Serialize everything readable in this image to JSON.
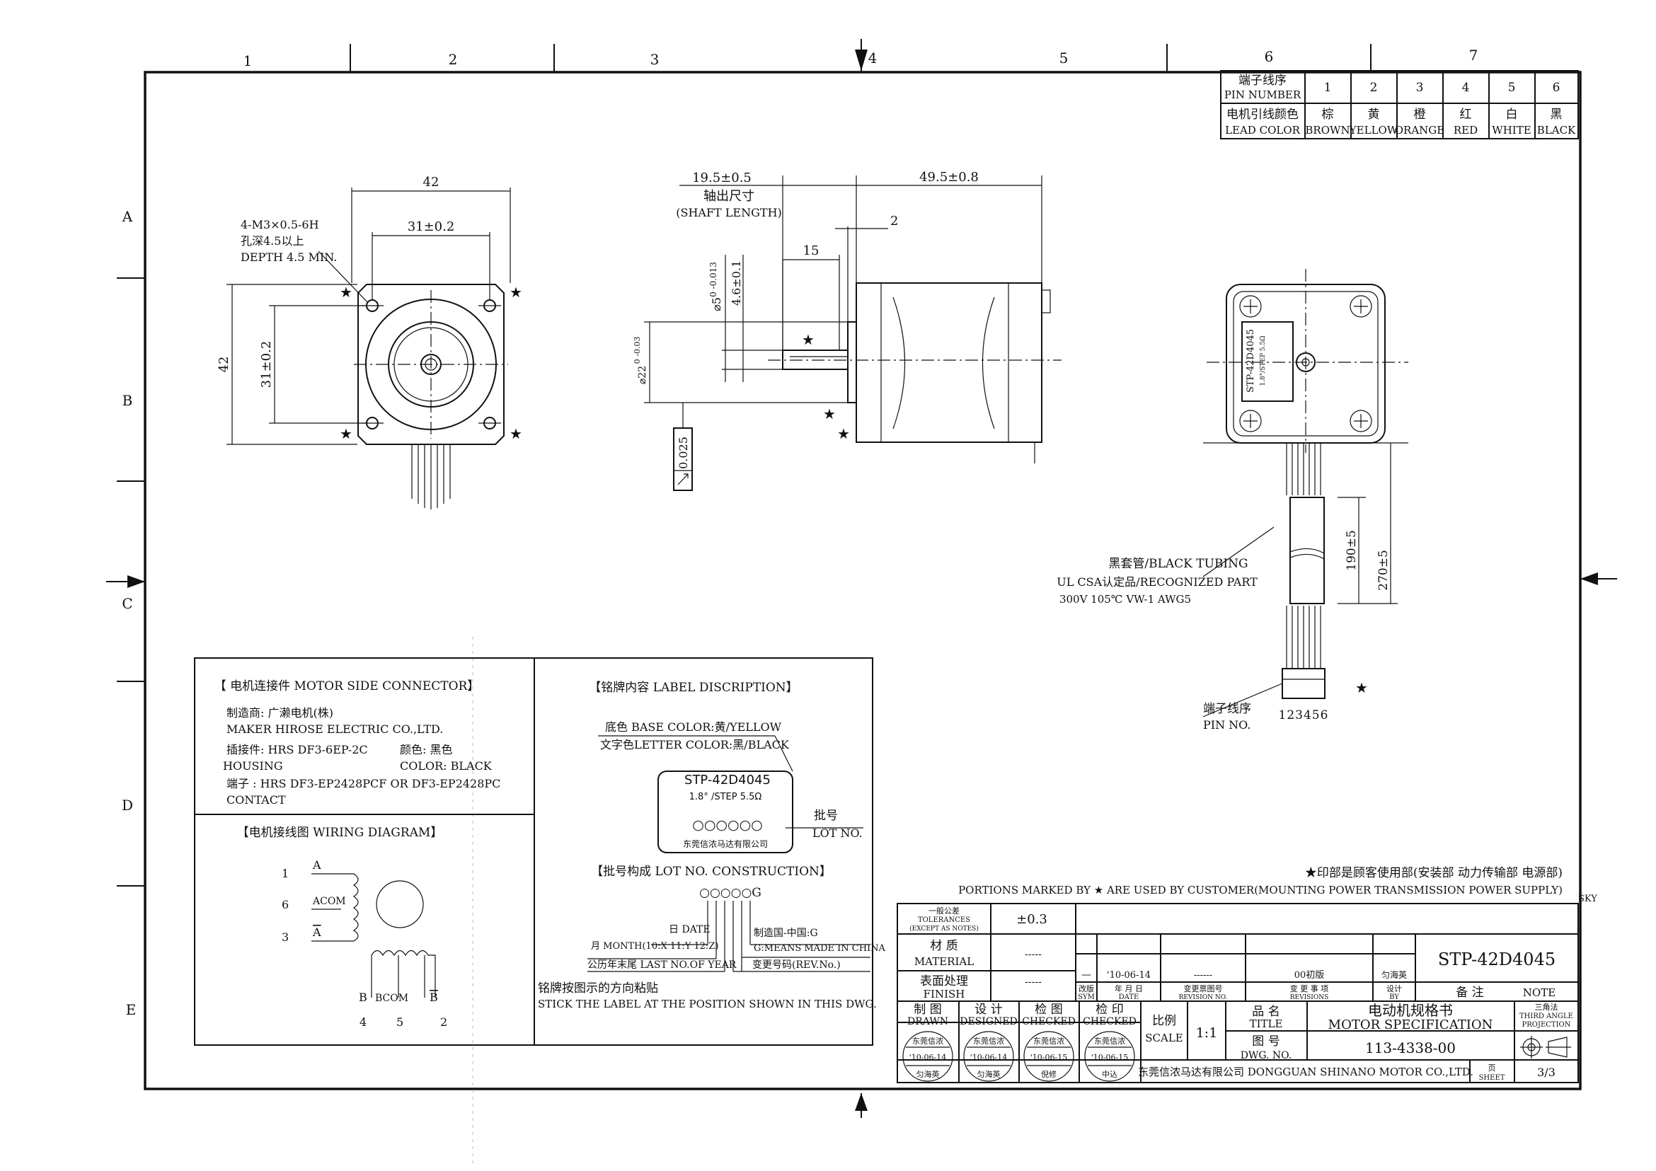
{
  "zones": {
    "columns": [
      "1",
      "2",
      "3",
      "4",
      "5",
      "6",
      "7"
    ],
    "rows": [
      "A",
      "B",
      "C",
      "D",
      "E"
    ]
  },
  "pin_table": {
    "pin_label_cn": "端子线序",
    "pin_label_en": "PIN NUMBER",
    "color_label_cn": "电机引线颜色",
    "color_label_en": "LEAD COLOR",
    "pins": [
      {
        "num": "1",
        "cn": "棕",
        "en": "BROWN"
      },
      {
        "num": "2",
        "cn": "黄",
        "en": "YELLOW"
      },
      {
        "num": "3",
        "cn": "橙",
        "en": "ORANGE"
      },
      {
        "num": "4",
        "cn": "红",
        "en": "RED"
      },
      {
        "num": "5",
        "cn": "白",
        "en": "WHITE"
      },
      {
        "num": "6",
        "cn": "黑",
        "en": "BLACK"
      }
    ]
  },
  "front_view": {
    "dim_width": "42",
    "dim_pitch_h": "31±0.2",
    "dim_height": "42",
    "dim_pitch_v": "31±0.2",
    "hole_note_1": "4-M3×0.5-6H",
    "hole_note_2": "孔深4.5以上",
    "hole_note_3": "DEPTH 4.5 MIN.",
    "star": "★"
  },
  "side_view": {
    "dim_shaft_len": "19.5±0.5",
    "shaft_len_cn": "轴出尺寸",
    "shaft_len_en": "(SHAFT LENGTH)",
    "dim_body": "49.5±0.8",
    "dim_2": "2",
    "dim_15": "15",
    "dim_shaft_dia": "⌀5",
    "dim_shaft_tol": "0 -0.013",
    "dim_flat": "4.6±0.1",
    "dim_boss": "⌀22",
    "dim_boss_tol": "0 -0.03",
    "runout": "0.025"
  },
  "rear_view": {
    "label_line1": "STP-42D4045",
    "label_line2": "1.8°/STEP 5.5Ω",
    "tubing_cn": "黑套管/BLACK TUBING",
    "tubing_part": "UL CSA认定品/RECOGNIZED PART",
    "tubing_spec": "300V   105℃   VW-1   AWG5",
    "dim_190": "190±5",
    "dim_270": "270±5",
    "pin_no_cn": "端子线序",
    "pin_no_en": "PIN NO.",
    "pin_numbers": "123456"
  },
  "connector": {
    "title": "【 电机连接件 MOTOR SIDE CONNECTOR】",
    "maker_cn": "制造商: 广濑电机(株)",
    "maker_en": "MAKER    HIROSE ELECTRIC CO.,LTD.",
    "housing_cn": "插接件: HRS DF3-6EP-2C",
    "housing_color_cn": "颜色: 黑色",
    "housing_en": "HOUSING",
    "housing_color_en": "COLOR: BLACK",
    "contact_cn": "端子  : HRS DF3-EP2428PCF OR DF3-EP2428PC",
    "contact_en": "CONTACT"
  },
  "wiring": {
    "title": "【电机接线图 WIRING DIAGRAM】",
    "p1": "1",
    "p6": "6",
    "p3": "3",
    "a": "A",
    "acom": "ACOM",
    "abar": "A",
    "b": "B",
    "bcom": "BCOM",
    "bbar": "B",
    "p4": "4",
    "p5": "5",
    "p2": "2"
  },
  "label_desc": {
    "title": "【铭牌内容 LABEL DISCRIPTION】",
    "base_color": "底色 BASE COLOR:黄/YELLOW",
    "letter_color": "文字色LETTER COLOR:黑/BLACK",
    "plate_model": "STP-42D4045",
    "plate_spec": "1.8° /STEP 5.5Ω",
    "plate_lot": "○○○○○○",
    "plate_company": "东莞信浓马达有限公司",
    "lot_cn": "批号",
    "lot_en": "LOT NO.",
    "lot_title": "【批号构成 LOT NO. CONSTRUCTION】",
    "lot_code": "○○○○○G",
    "lot_date": "日 DATE",
    "lot_month": "月 MONTH(10:X 11:Y 12:Z)",
    "lot_year": "公历年末尾 LAST NO.OF YEAR",
    "lot_country_cn": "制造国-中国:G",
    "lot_country_en": "G:MEANS MADE IN CHINA",
    "lot_rev": "变更号码(REV.No.)",
    "stick_cn": "铭牌按图示的方向粘贴",
    "stick_en": "STICK THE LABEL AT THE POSITION SHOWN IN THIS DWG."
  },
  "notes": {
    "star_cn": "★印部是顾客使用部(安装部 动力传输部 电源部)",
    "star_en": "PORTIONS MARKED BY ★ ARE USED BY CUSTOMER(MOUNTING POWER TRANSMISSION POWER SUPPLY)",
    "sky": "SKY"
  },
  "title_block": {
    "tol_cn": "一般公差",
    "tol_en": "TOLERANCES",
    "tol_note": "(EXCEPT AS NOTES)",
    "tol_value": "±0.3",
    "material_cn": "材  质",
    "material_en": "MATERIAL",
    "material_value": "-----",
    "finish_cn": "表面处理",
    "finish_en": "FINISH",
    "finish_value": "-----",
    "rev_dash": "—",
    "rev_date": "'10-06-14",
    "rev_no": "------",
    "rev_desc": "00初版",
    "rev_by": "匀海英",
    "h_sym_cn": "改版",
    "h_sym_en": "SYM",
    "h_date_cn": "年 月 日",
    "h_date_en": "DATE",
    "h_revno_cn": "变更票图号",
    "h_revno_en": "REVISION NO.",
    "h_rev_cn": "变 更 事 项",
    "h_rev_en": "REVISIONS",
    "h_by_cn": "设计",
    "h_by_en": "BY",
    "note_cn": "备  注",
    "note_en": "NOTE",
    "model": "STP-42D4045",
    "drawn_cn": "制 图",
    "drawn_en": "DRAWN",
    "designed_cn": "设 计",
    "designed_en": "DESIGNED",
    "checked_cn": "检 图",
    "checked_en": "CHECKED",
    "checked2_cn": "检 印",
    "checked2_en": "CHECKED",
    "stamp_company": "东莞信浓",
    "stamp1_date": "'10-06-14",
    "stamp1_name": "匀海英",
    "stamp2_date": "'10-06-14",
    "stamp2_name": "匀海英",
    "stamp3_date": "'10-06-15",
    "stamp3_name": "倪修",
    "stamp4_date": "'10-06-15",
    "stamp4_name": "中込",
    "scale_cn": "比例",
    "scale_en": "SCALE",
    "scale_value": "1:1",
    "title_cn": "品 名",
    "title_en": "TITLE",
    "title_value_cn": "电动机规格书",
    "title_value_en": "MOTOR SPECIFICATION",
    "dwg_cn": "图 号",
    "dwg_en": "DWG. NO.",
    "dwg_value": "113-4338-00",
    "proj_cn": "三角法",
    "proj_en1": "THIRD ANGLE",
    "proj_en2": "PROJECTION",
    "company": "东莞信浓马达有限公司 DONGGUAN SHINANO MOTOR CO.,LTD.",
    "sheet_cn": "页",
    "sheet_en": "SHEET",
    "sheet_value": "3/3"
  }
}
